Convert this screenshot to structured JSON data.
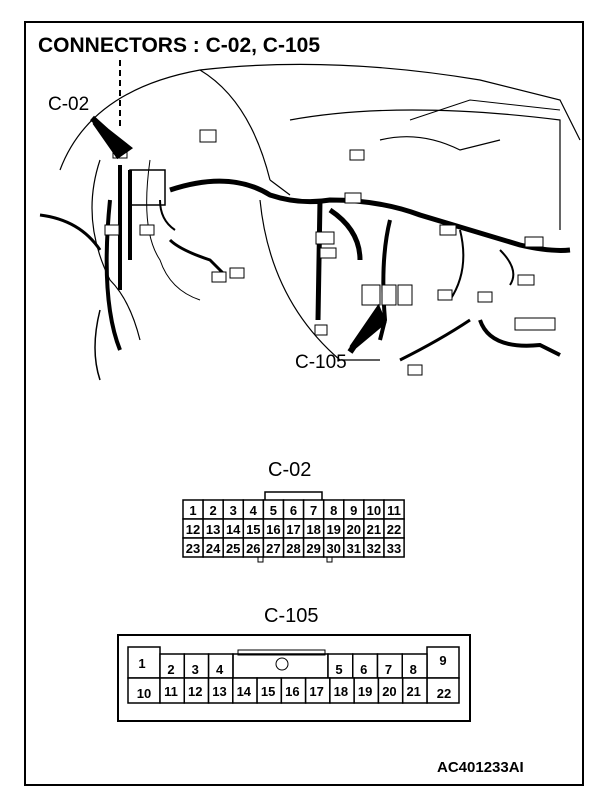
{
  "title": "CONNECTORS : C-02, C-105",
  "callouts": {
    "c02": "C-02",
    "c105": "C-105"
  },
  "connector_c02": {
    "label": "C-02",
    "rows": [
      [
        "1",
        "2",
        "3",
        "4",
        "5",
        "6",
        "7",
        "8",
        "9",
        "10",
        "11"
      ],
      [
        "12",
        "13",
        "14",
        "15",
        "16",
        "17",
        "18",
        "19",
        "20",
        "21",
        "22"
      ],
      [
        "23",
        "24",
        "25",
        "26",
        "27",
        "28",
        "29",
        "30",
        "31",
        "32",
        "33"
      ]
    ]
  },
  "connector_c105": {
    "label": "C-105",
    "left_top": "1",
    "left_bottom": "10",
    "right_top": "9",
    "right_bottom": "22",
    "row1_left": [
      "2",
      "3",
      "4"
    ],
    "row1_right": [
      "5",
      "6",
      "7",
      "8"
    ],
    "row2": [
      "11",
      "12",
      "13",
      "14",
      "15",
      "16",
      "17",
      "18",
      "19",
      "20",
      "21"
    ]
  },
  "figure_code": "AC401233AI"
}
